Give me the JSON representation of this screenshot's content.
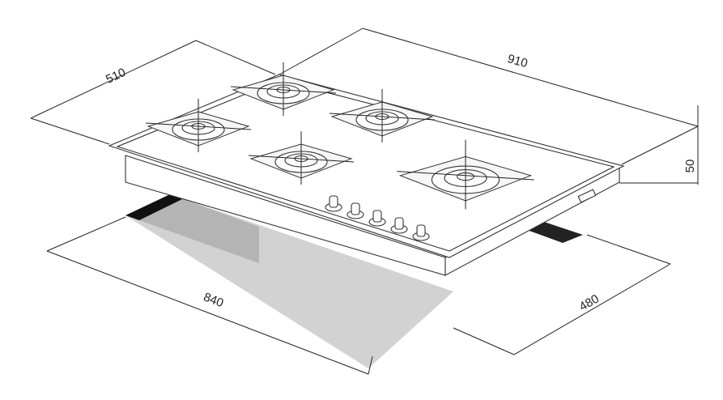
{
  "title": "Gas hob installation dimensions",
  "dimensions": {
    "depth": "510",
    "width": "910",
    "height": "50",
    "cutout_width": "840",
    "cutout_depth": "480"
  },
  "burners": 5,
  "knobs": 5,
  "colors": {
    "line": "#222222",
    "cutout": "#c8c8c8",
    "cutout_dark": "#b0b0b0"
  }
}
